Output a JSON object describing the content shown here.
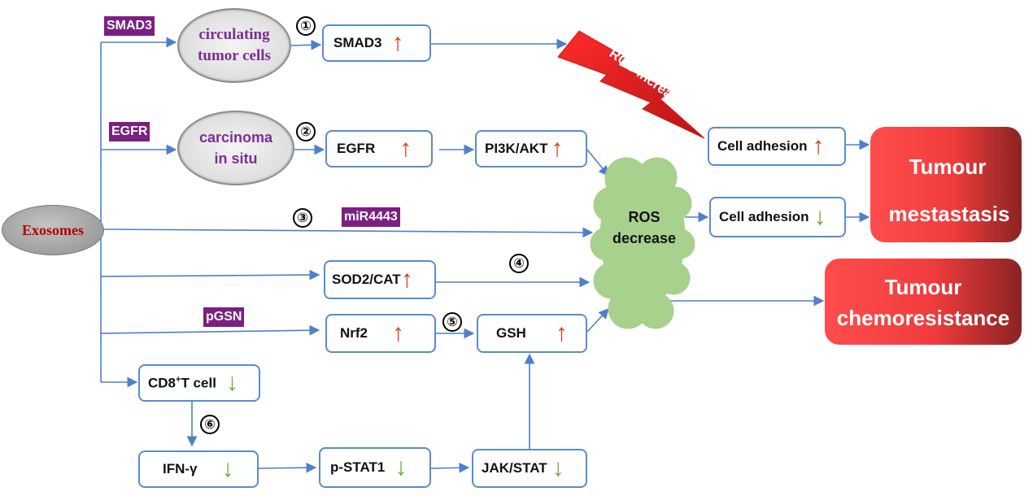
{
  "source": {
    "exosomes": "Exosomes"
  },
  "tags": {
    "smad3": "SMAD3",
    "egfr": "EGFR",
    "mir": "miR4443",
    "pgsn": "pGSN"
  },
  "cells": {
    "ctc": [
      "circulating",
      "tumor cells"
    ],
    "cis": [
      "carcinoma",
      "in situ"
    ]
  },
  "numbers": [
    "①",
    "②",
    "③",
    "④",
    "⑤",
    "⑥"
  ],
  "nodes": {
    "smad3": "SMAD3",
    "egfr": "EGFR",
    "pi3k": "PI3K/AKT",
    "sod2": "SOD2/CAT",
    "nrf2": "Nrf2",
    "gsh": "GSH",
    "cd8_prefix": "CD8",
    "cd8_sup": "+",
    "cd8_suffix": "T cell",
    "ifn": "IFN-γ",
    "pstat1": "p-STAT1",
    "jakstat": "JAK/STAT",
    "adhesion_up": "Cell adhesion",
    "adhesion_down": "Cell adhesion"
  },
  "arrows": {
    "up": "↑",
    "down": "↓"
  },
  "ros": {
    "increase": "ROS increase",
    "decrease": [
      "ROS",
      "decrease"
    ]
  },
  "outcomes": {
    "metastasis": [
      "Tumour",
      "mestastasis"
    ],
    "chemoresistance": [
      "Tumour",
      "chemoresistance"
    ]
  },
  "colors": {
    "connector": "#4f7fcc",
    "box_border": "#5b8bd1",
    "tag_bg": "#7b1f82",
    "up_arrow": "#e83515",
    "down_arrow": "#6aaa3a",
    "cloud": "#a9d18e",
    "outcome": "#f03c3c"
  }
}
